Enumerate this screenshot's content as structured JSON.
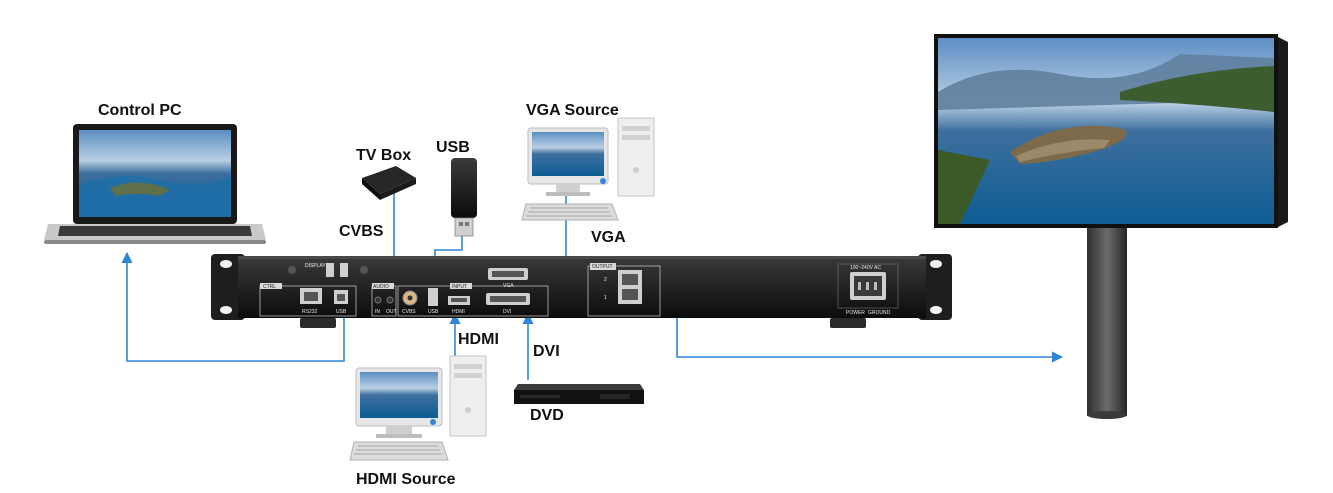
{
  "labels": {
    "control_pc": "Control PC",
    "tv_box": "TV Box",
    "usb_device": "USB",
    "vga_source": "VGA Source",
    "cvbs": "CVBS",
    "vga": "VGA",
    "hdmi": "HDMI",
    "dvi": "DVI",
    "dvd": "DVD",
    "hdmi_source": "HDMI Source"
  },
  "panel": {
    "ctrl": "CTRL",
    "rs232": "RS232",
    "usb": "USB",
    "audio": "AUDIO",
    "audio_in": "IN",
    "audio_out": "OUT",
    "input": "INPUT",
    "cvbs": "CVBS",
    "usb_in": "USB",
    "hdmi": "HDMI",
    "vga": "VGA",
    "dvi": "DVI",
    "output": "OUTPUT",
    "port_2": "2",
    "port_1": "1",
    "power_rating": "100~240V AC",
    "power": "POWER",
    "ground": "GROUND",
    "display_name": "DISPLAY"
  },
  "colors": {
    "connector_line": "#2f86d6",
    "device_body": "#1b1b1b",
    "label_text": "#111111"
  }
}
